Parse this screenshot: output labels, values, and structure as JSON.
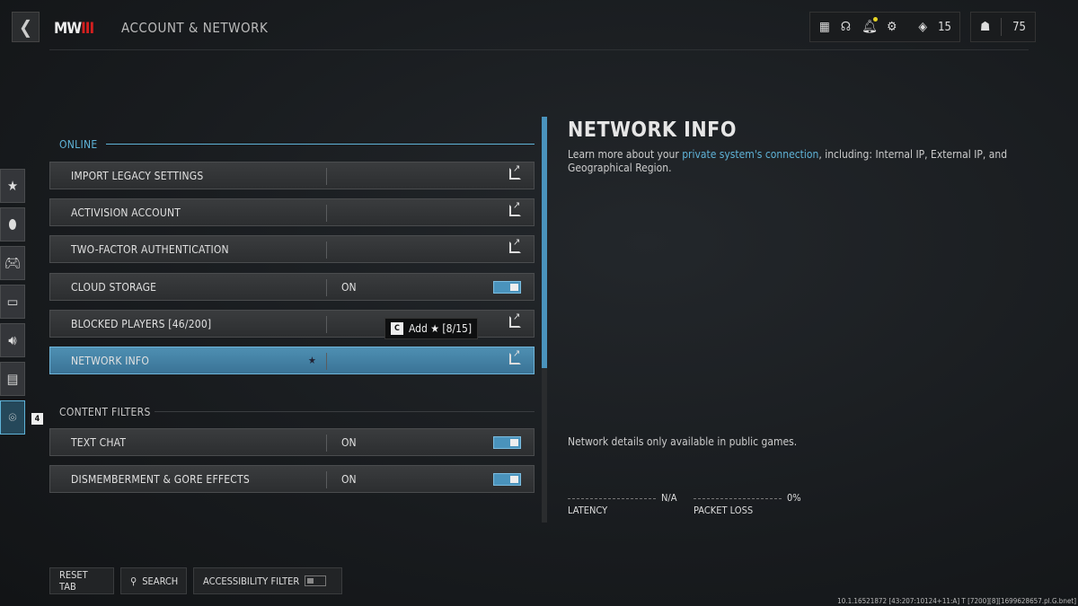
{
  "header": {
    "title": "ACCOUNT & NETWORK",
    "logo": "MWIII",
    "stats": {
      "level": "15",
      "friends": "75"
    },
    "icons": [
      "grid-icon",
      "headset-icon",
      "bell-icon",
      "gear-icon",
      "rank-icon",
      "friends-icon"
    ],
    "notification_color": "#e8d624"
  },
  "sidebar": [
    {
      "icon": "star-icon"
    },
    {
      "icon": "mouse-icon"
    },
    {
      "icon": "controller-icon"
    },
    {
      "icon": "display-icon"
    },
    {
      "icon": "audio-icon"
    },
    {
      "icon": "interface-icon"
    },
    {
      "icon": "network-icon",
      "active": true
    }
  ],
  "sidebar_badge": "4",
  "sections": {
    "online": "ONLINE",
    "content": "CONTENT FILTERS"
  },
  "rows": [
    {
      "label": "IMPORT LEGACY SETTINGS",
      "type": "link"
    },
    {
      "label": "ACTIVISION ACCOUNT",
      "type": "link"
    },
    {
      "label": "TWO-FACTOR AUTHENTICATION",
      "type": "link"
    },
    {
      "label": "CLOUD STORAGE",
      "type": "toggle",
      "value": "ON"
    },
    {
      "label": "BLOCKED PLAYERS [46/200]",
      "type": "link"
    },
    {
      "label": "NETWORK INFO",
      "type": "link",
      "selected": true
    }
  ],
  "content_rows": [
    {
      "label": "TEXT CHAT",
      "type": "toggle",
      "value": "ON"
    },
    {
      "label": "DISMEMBERMENT & GORE EFFECTS",
      "type": "toggle",
      "value": "ON"
    }
  ],
  "tooltip": {
    "key": "C",
    "text": "Add ★ [8/15]"
  },
  "detail": {
    "title": "NETWORK INFO",
    "desc_pre": "Learn more about your ",
    "desc_link": "private system's connection",
    "desc_post": ", including: Internal IP, External IP, and Geographical Region.",
    "note": "Network details only available in public games.",
    "latency_label": "LATENCY",
    "latency_value": "N/A",
    "loss_label": "PACKET LOSS",
    "loss_value": "0%"
  },
  "footer": {
    "reset": "RESET TAB",
    "search": "SEARCH",
    "accessibility": "ACCESSIBILITY FILTER",
    "version": "10.1.16521872 [43:207:10124+11:A] T [7200][8][1699628657.pl.G.bnet]"
  },
  "accent": "#4a93bc"
}
